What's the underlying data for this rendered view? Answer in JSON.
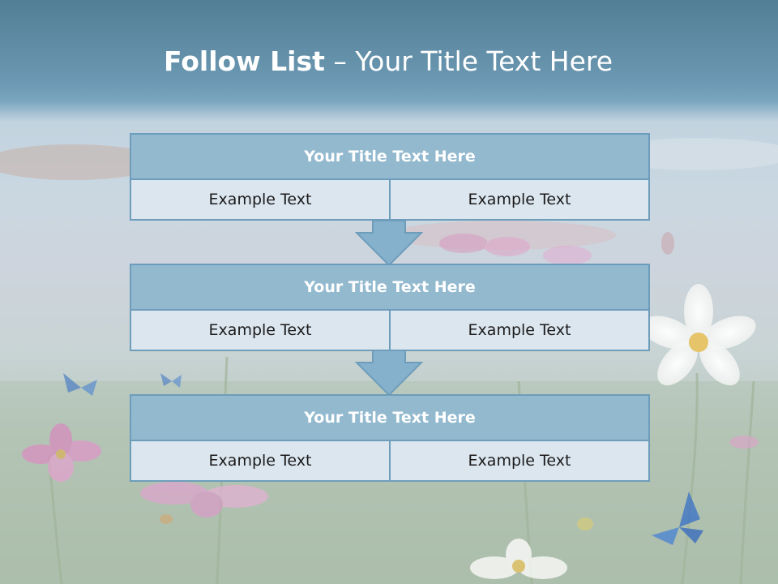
{
  "slide": {
    "title_bold": "Follow List",
    "title_rest": " – Your Title Text Here"
  },
  "boxes": [
    {
      "title": "Your Title Text Here",
      "left_text": "Example Text",
      "right_text": "Example Text"
    },
    {
      "title": "Your Title Text Here",
      "left_text": "Example Text",
      "right_text": "Example Text"
    },
    {
      "title": "Your Title Text Here",
      "left_text": "Example Text",
      "right_text": "Example Text"
    }
  ],
  "colors": {
    "header_fill": "#93b9cf",
    "border": "#6d9dbb",
    "cell_fill": "#dce6ef",
    "arrow_fill": "#86b1cc",
    "title_text": "#ffffff"
  },
  "icons": {
    "connector": "down-arrow-icon"
  }
}
